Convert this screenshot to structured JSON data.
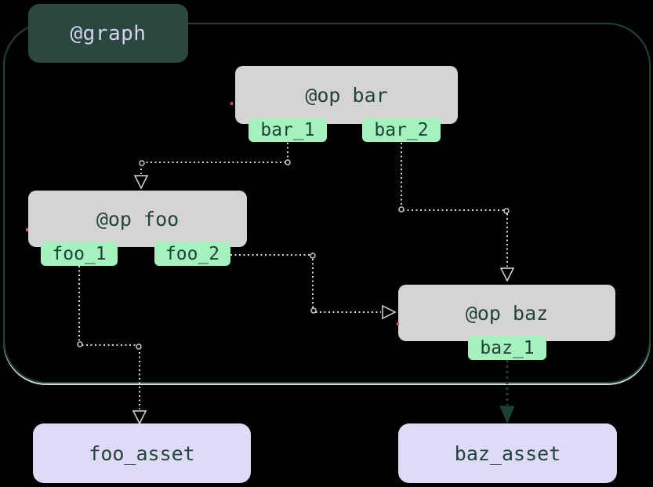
{
  "diagram": {
    "title": "@graph",
    "graph_label": "@graph",
    "ops": [
      {
        "id": "bar",
        "label": "@op bar",
        "outputs": [
          {
            "label": "bar_1"
          },
          {
            "label": "bar_2"
          }
        ]
      },
      {
        "id": "foo",
        "label": "@op foo",
        "outputs": [
          {
            "label": "foo_1"
          },
          {
            "label": "foo_2"
          }
        ]
      },
      {
        "id": "baz",
        "label": "@op baz",
        "outputs": [
          {
            "label": "baz_1"
          }
        ]
      }
    ],
    "assets": [
      {
        "label": "foo_asset"
      },
      {
        "label": "baz_asset"
      }
    ],
    "edges": [
      {
        "from": "bar_1",
        "to": "op foo",
        "style": "light-dotted-open-arrow"
      },
      {
        "from": "bar_2",
        "to": "op baz",
        "style": "light-dotted-open-arrow"
      },
      {
        "from": "foo_2",
        "to": "op baz",
        "style": "light-dotted-open-arrow"
      },
      {
        "from": "foo_1",
        "to": "foo_asset",
        "style": "light-dotted-open-arrow"
      },
      {
        "from": "baz_1",
        "to": "baz_asset",
        "style": "dark-dotted-filled-arrow"
      }
    ],
    "colors": {
      "background": "#000000",
      "graph_border": "#1e443a",
      "graph_border_highlight": "#ffffff",
      "graph_label_bg": "#2a483f",
      "graph_label_text": "#d8d2f2",
      "op_bg": "#d6d4d2",
      "op_text": "#21453b",
      "output_chip_bg": "#a6f2bf",
      "output_chip_text": "#1f4339",
      "asset_bg": "#dedaf8",
      "asset_text": "#21453b",
      "wire_light": "#d8d8d8",
      "wire_dark": "#1d4038",
      "input_marker": "#e04a3f"
    }
  }
}
